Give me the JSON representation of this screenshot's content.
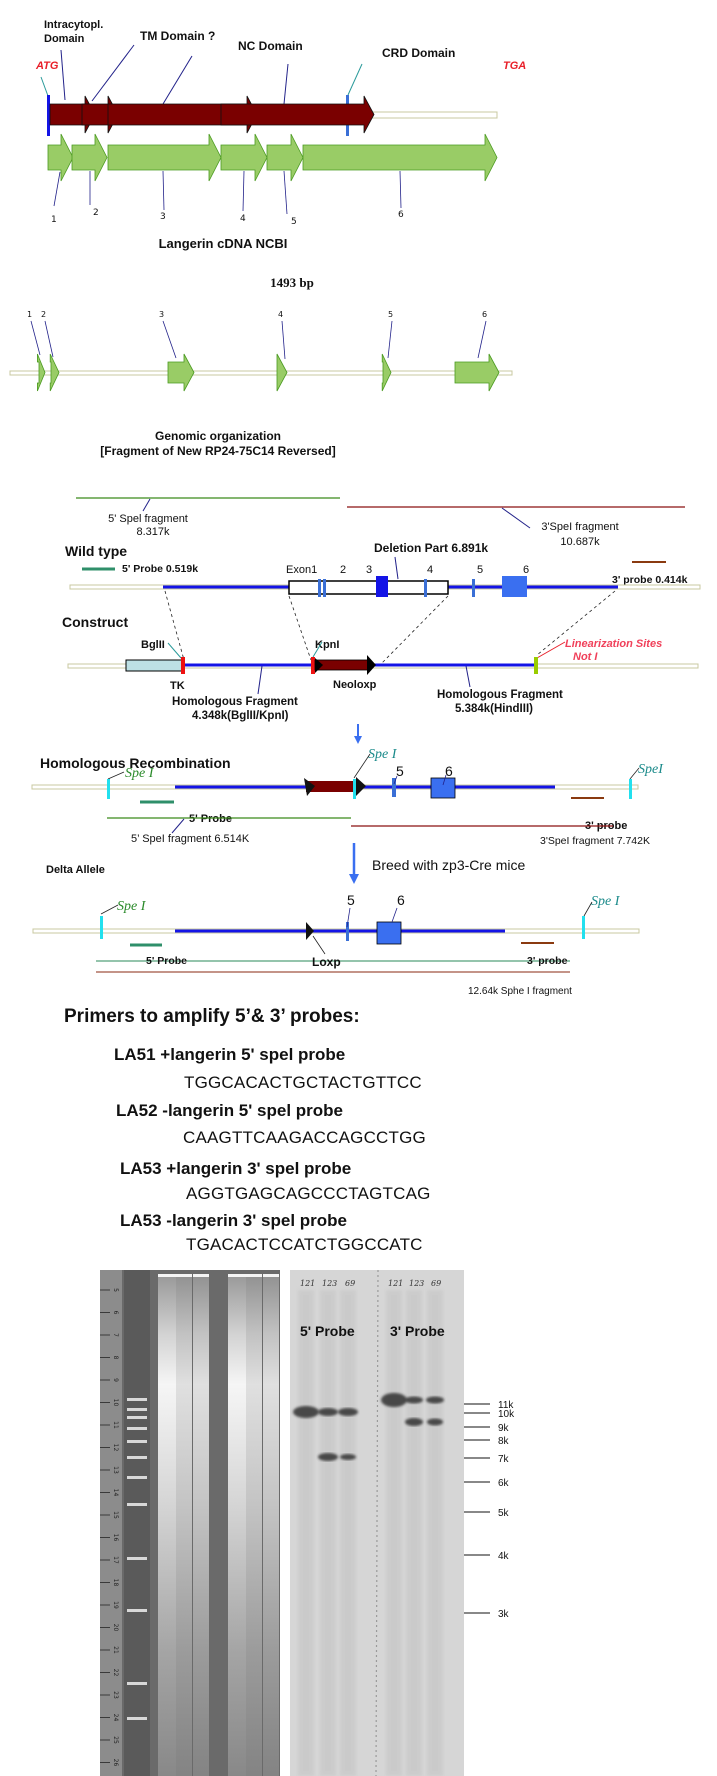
{
  "cdna_map": {
    "title": "Langerin cDNA NCBI",
    "length_label": "1493 bp",
    "start_codon": "ATG",
    "stop_codon": "TGA",
    "domains": [
      {
        "label": "Intracytopl. Domain",
        "line1": "Intracytopl.",
        "line2": "Domain"
      },
      {
        "label": "TM Domain ?"
      },
      {
        "label": "NC Domain"
      },
      {
        "label": "CRD Domain"
      }
    ],
    "exons": [
      "1",
      "2",
      "3",
      "4",
      "5",
      "6"
    ],
    "colors": {
      "domain": "#7a0000",
      "exon": "#99cc66",
      "exon_border": "#4a9a20",
      "codon_text": "#e8202a",
      "utr": "#c8c8a0"
    }
  },
  "genomic_map": {
    "title": "Genomic organization",
    "subtitle": "[Fragment of New RP24-75C14 Reversed]",
    "exons": [
      "1",
      "2",
      "3",
      "4",
      "5",
      "6"
    ]
  },
  "wild_type": {
    "label": "Wild type",
    "frag5_label": "5' Spel fragment",
    "frag5_size": "8.317k",
    "frag3_label": "3'SpeI fragment",
    "frag3_size": "10.687k",
    "deletion_label": "Deletion Part 6.891k",
    "probe5_label": "5' Probe 0.519k",
    "probe3_label": "3' probe 0.414k",
    "exon_labels": [
      "Exon1",
      "2",
      "3",
      "4",
      "5",
      "6"
    ]
  },
  "construct": {
    "label": "Construct",
    "bglii": "BglII",
    "tk": "TK",
    "kpni": "KpnI",
    "neo": "Neoloxp",
    "linearization_line1": "Linearization Sites",
    "linearization_line2": "Not I",
    "hom_frag1_line1": "Homologous Fragment",
    "hom_frag1_line2": "4.348k(BglII/KpnI)",
    "hom_frag2_line1": "Homologous Fragment",
    "hom_frag2_line2": "5.384k(HindIII)"
  },
  "recombination": {
    "label": "Homologous Recombination",
    "spe_left": "Spe I",
    "spe_mid": "Spe I",
    "spe_right": "SpeI",
    "exon5": "5",
    "exon6": "6",
    "probe5": "5' Probe",
    "probe3": "3' probe",
    "frag5": "5’ SpeI fragment 6.514K",
    "frag3": "3'SpeI fragment 7.742K"
  },
  "delta": {
    "label": "Delta Allele",
    "breed_text": "Breed with zp3-Cre mice",
    "spe_left": "Spe I",
    "spe_right": "Spe I",
    "exon5": "5",
    "exon6": "6",
    "probe5": "5' Probe",
    "probe3": "3' probe",
    "loxp": "Loxp",
    "fragment": "12.64k Sphe I fragment"
  },
  "primers": {
    "title": "Primers to amplify 5’& 3’ probes:",
    "items": [
      {
        "name": "LA51 +langerin 5' spel probe",
        "sequence": "TGGCACACTGCTACTGTTCC"
      },
      {
        "name": "LA52 -langerin 5' spel probe",
        "sequence": "CAAGTTCAAGACCAGCCTGG"
      },
      {
        "name": "LA53 +langerin 3' spel probe",
        "sequence": "AGGTGAGCAGCCCTAGTCAG"
      },
      {
        "name": "LA53 -langerin 3' spel probe",
        "sequence": "TGACACTCCATCTGGCCATC"
      }
    ]
  },
  "southern_blot": {
    "lane_ids": [
      "121",
      "123",
      "69",
      "121",
      "123",
      "69"
    ],
    "probe5_label": "5' Probe",
    "probe3_label": "3' Probe",
    "markers": [
      "11k",
      "10k",
      "9k",
      "8k",
      "7k",
      "6k",
      "5k",
      "4k",
      "3k"
    ]
  },
  "gel": {
    "ruler_ticks": [
      "5",
      "6",
      "7",
      "8",
      "9",
      "10",
      "11",
      "12",
      "13",
      "14",
      "15",
      "16",
      "17",
      "18",
      "19",
      "20",
      "21",
      "22",
      "23",
      "24",
      "25",
      "26"
    ]
  }
}
